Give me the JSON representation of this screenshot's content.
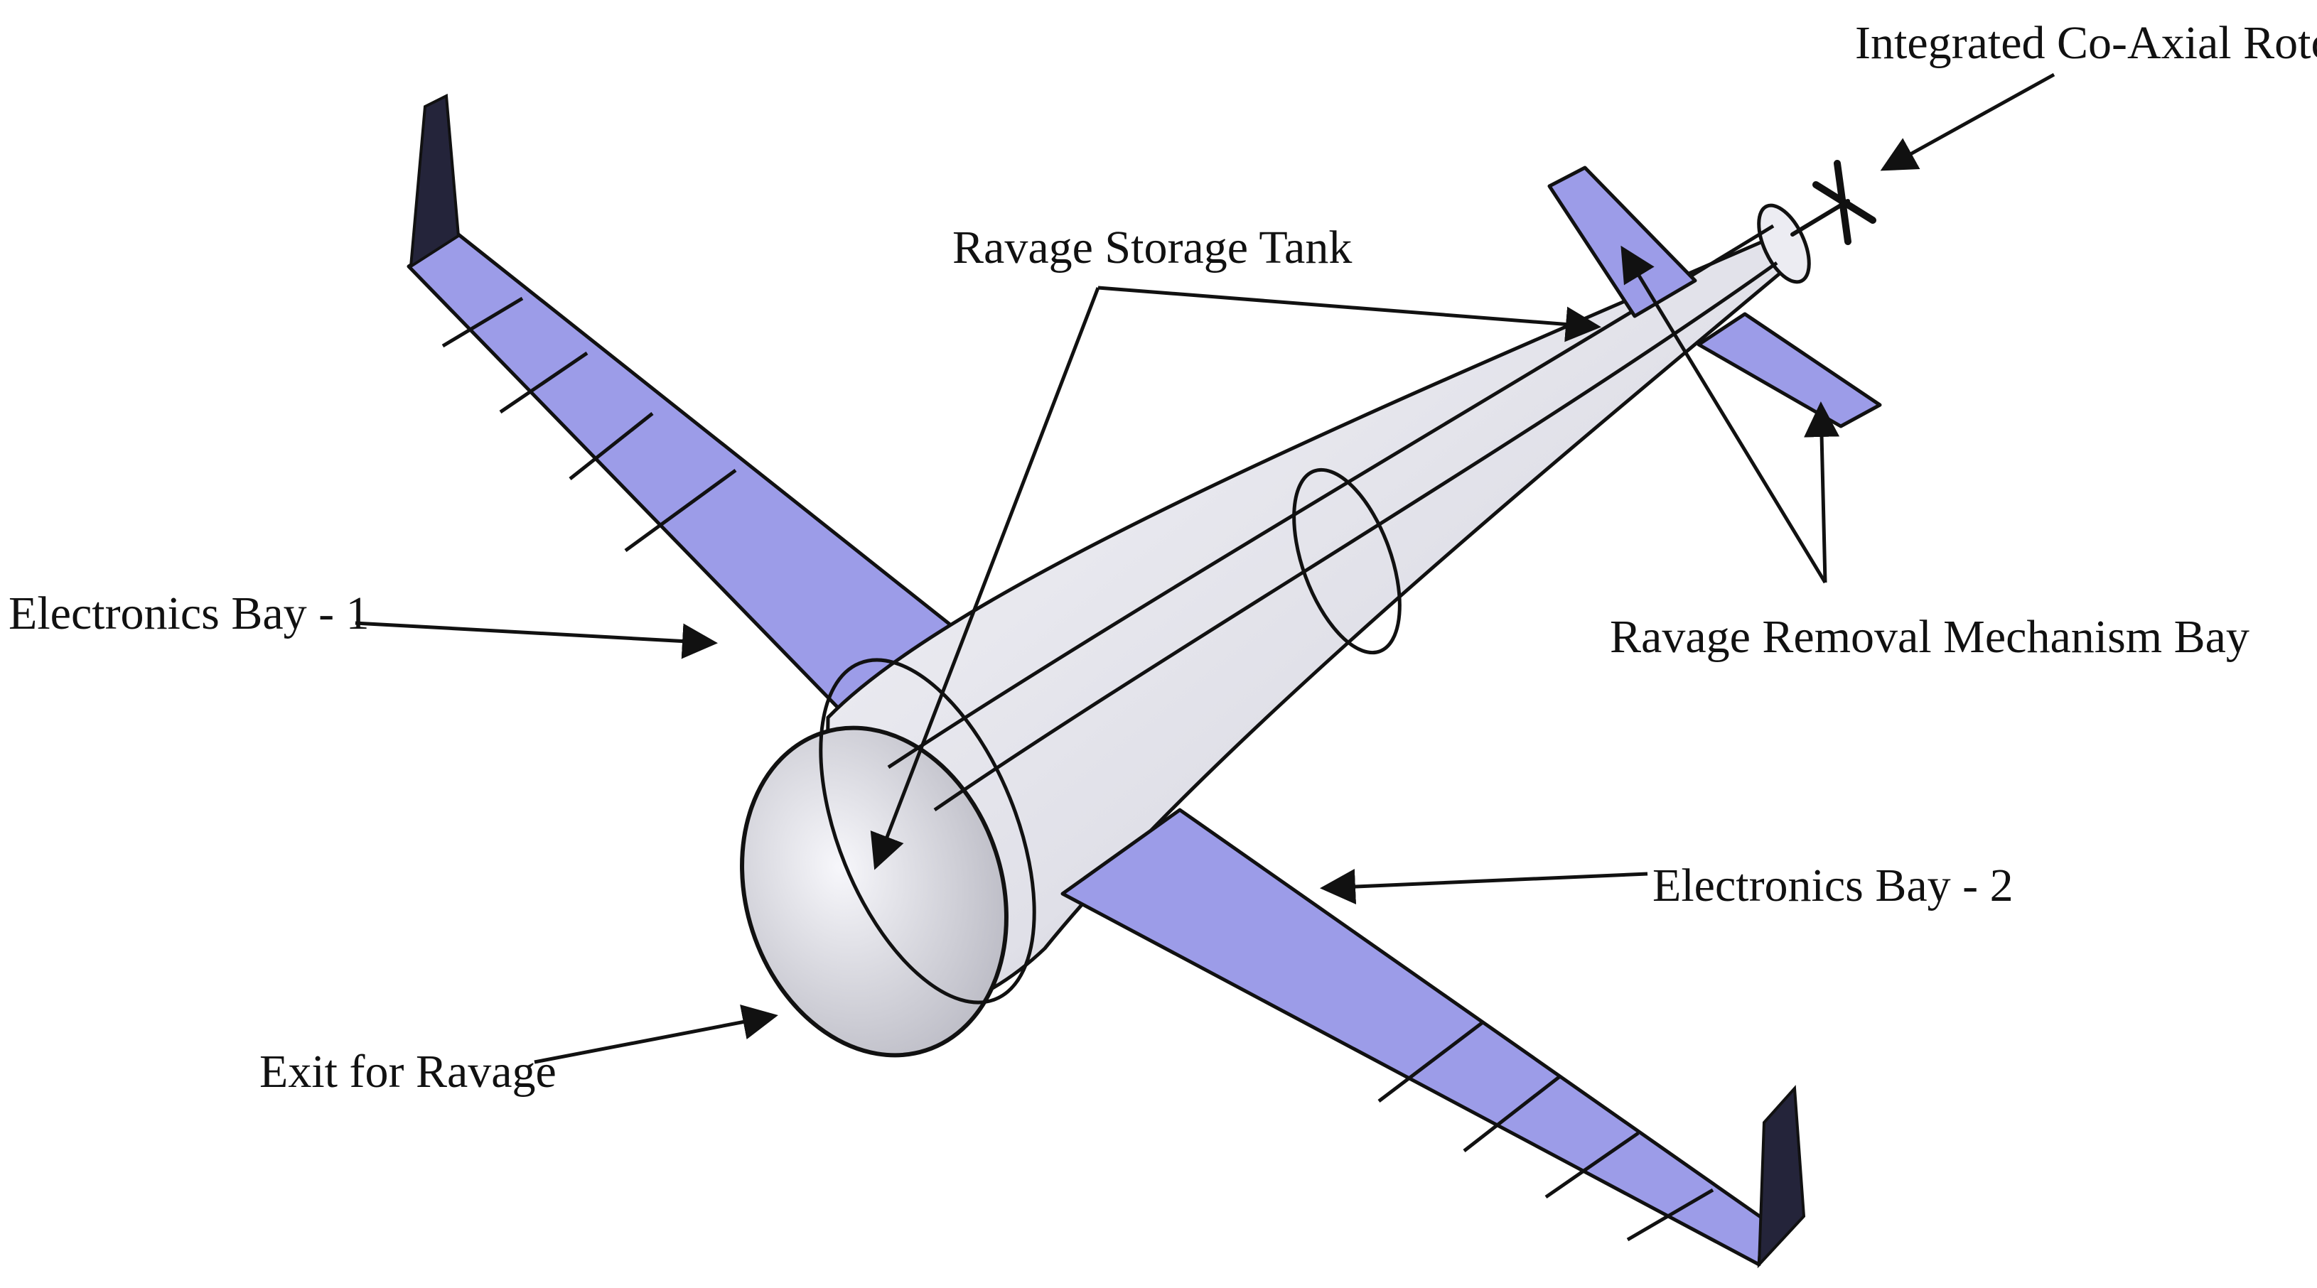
{
  "labels": {
    "rotor": "Integrated Co-Axial Rotor",
    "storage_tank": "Ravage Storage Tank",
    "bay1": "Electronics Bay - 1",
    "removal_bay": "Ravage Removal Mechanism Bay",
    "bay2": "Electronics Bay - 2",
    "exit": "Exit for Ravage"
  },
  "colors": {
    "wing_fill": "#9c9ce8",
    "fuselage_fill": "#e2e2ea",
    "winglet_fill": "#24243a",
    "line": "#111111"
  }
}
